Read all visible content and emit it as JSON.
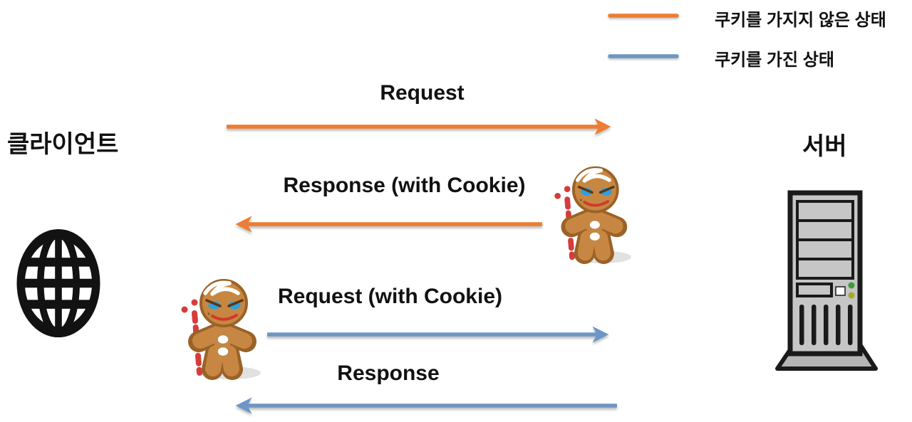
{
  "diagram": {
    "type": "sequence-diagram",
    "topic": "HTTP cookie exchange between client and server"
  },
  "colors": {
    "no_cookie": "#ED7D31",
    "with_cookie": "#6E96C4",
    "text": "#111111",
    "globe": "#121212",
    "server_body": "#c6c6c6",
    "server_outline": "#1a1a1a",
    "led_green": "#3a9c3a",
    "led_yellow": "#a8a82a",
    "cookie_body": "#c78742",
    "cookie_outline": "#9a6227",
    "candy_red": "#d63c3c"
  },
  "legend": {
    "items": [
      {
        "label": "쿠키를 가지지 않은 상태",
        "state": "no-cookie"
      },
      {
        "label": "쿠키를 가진 상태",
        "state": "with-cookie"
      }
    ]
  },
  "actors": {
    "client": {
      "label": "클라이언트",
      "icon": "globe-icon"
    },
    "server": {
      "label": "서버",
      "icon": "server-tower-icon"
    }
  },
  "messages": [
    {
      "label": "Request",
      "direction": "right",
      "state": "no-cookie"
    },
    {
      "label": "Response (with Cookie)",
      "direction": "left",
      "state": "no-cookie",
      "icon": "gingerbread-cookie-icon"
    },
    {
      "label": "Request (with Cookie)",
      "direction": "right",
      "state": "with-cookie",
      "icon": "gingerbread-cookie-icon"
    },
    {
      "label": "Response",
      "direction": "left",
      "state": "with-cookie"
    }
  ]
}
